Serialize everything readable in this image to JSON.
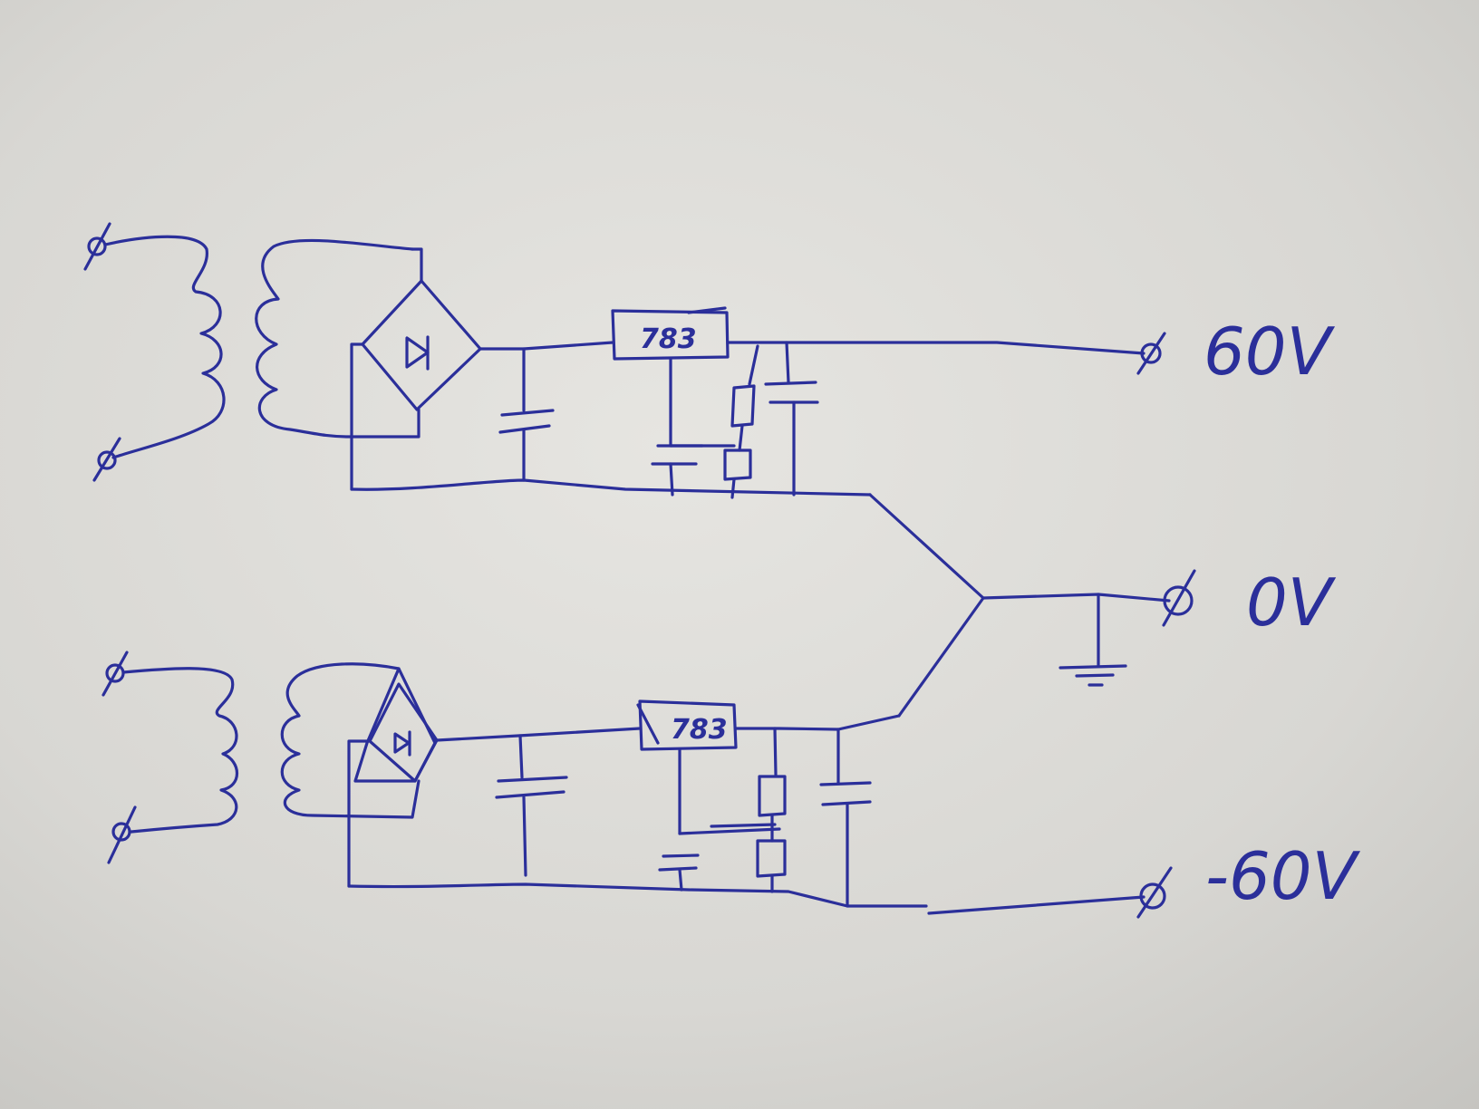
{
  "diagram": {
    "outputs": {
      "positive": "60V",
      "ground": "0V",
      "negative": "-60V"
    },
    "regulators": {
      "upper": "783",
      "lower": "783"
    },
    "colors": {
      "ink": "#2b2f9a",
      "paper": "#d9d8d4"
    }
  }
}
